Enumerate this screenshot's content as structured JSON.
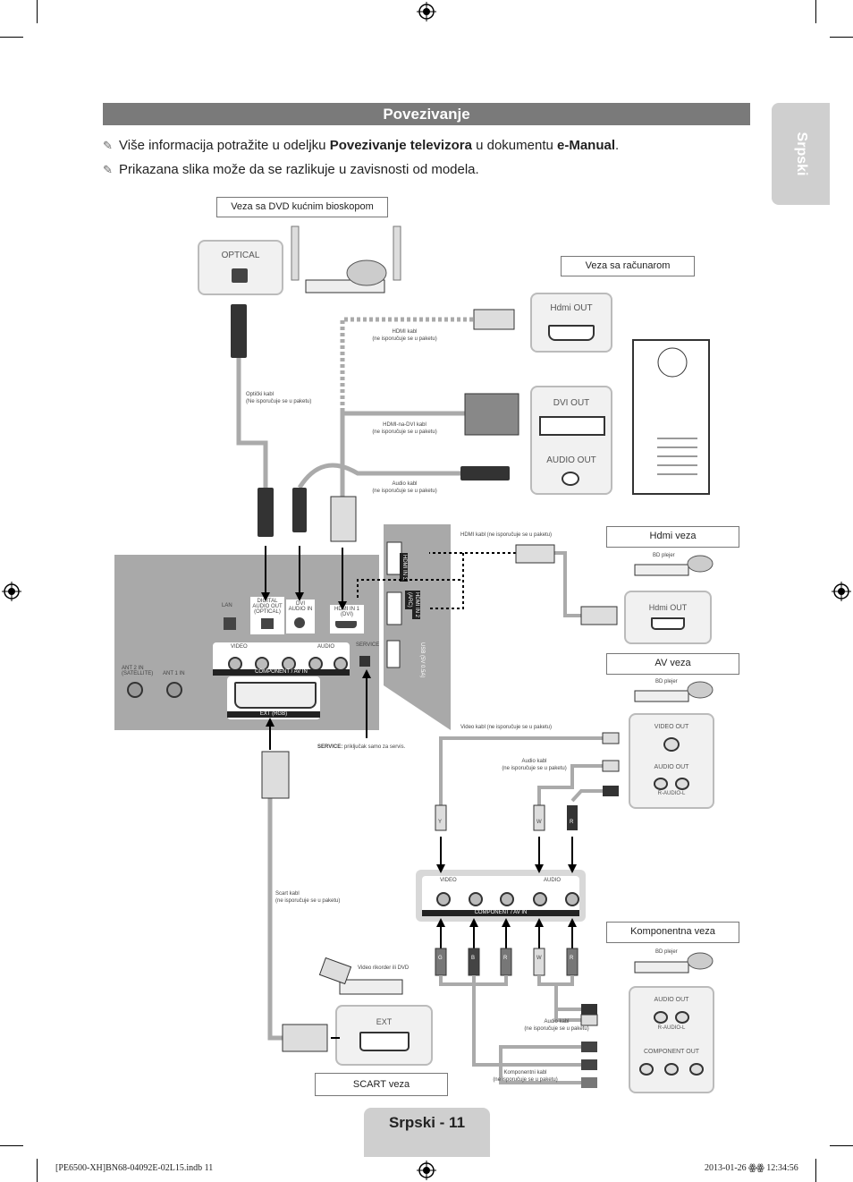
{
  "header": {
    "title": "Povezivanje",
    "side_tab": "Srpski"
  },
  "notes": [
    {
      "pre": "Više informacija potražite u odeljku ",
      "bold1": "Povezivanje televizora",
      "mid": " u dokumentu ",
      "bold2": "e-Manual",
      "post": "."
    },
    {
      "text": "Prikazana slika može da se razlikuje u zavisnosti od modela."
    }
  ],
  "boxes": {
    "dvd_home": "Veza sa DVD kućnim bioskopom",
    "pc": "Veza sa računarom",
    "hdmi": "Hdmi veza",
    "av": "AV veza",
    "component": "Komponentna veza",
    "scart": "SCART veza"
  },
  "ports": {
    "optical": "OPTICAL",
    "hdmi_out": "Hdmi OUT",
    "dvi_out": "DVI OUT",
    "audio_out": "AUDIO OUT",
    "hdmi_out_bd": "Hdmi OUT",
    "video_out": "VIDEO OUT",
    "audio_out_small": "AUDIO OUT",
    "r_audio_l": "R-AUDIO-L",
    "component_out": "COMPONENT OUT",
    "ext": "EXT"
  },
  "cables": {
    "hdmi_kabl": [
      "HDMI kabl",
      "(ne isporučuje se u paketu)"
    ],
    "opticki": [
      "Optički kabl",
      "(Ne isporučuje se u paketu)"
    ],
    "hdmi_dvi": [
      "HDMI-na-DVI kabl",
      "(ne isporučuje se u paketu)"
    ],
    "audio_kabl": [
      "Audio kabl",
      "(ne isporučuje se u paketu)"
    ],
    "hdmi_kabl_side": "HDMI kabl (ne isporučuje se u paketu)",
    "video_kabl": "Video kabl (ne isporučuje se u paketu)",
    "audio_kabl2": [
      "Audio kabl",
      "(ne isporučuje se u paketu)"
    ],
    "scart_kabl": [
      "Scart kabl",
      "(ne isporučuje se u paketu)"
    ],
    "audio_kabl3": [
      "Audio kabl",
      "(ne isporučuje se u paketu)"
    ],
    "komponentni": [
      "Komponentni kabl",
      "(ne isporučuje se u paketu)"
    ]
  },
  "devices": {
    "bd1": "BD plejer",
    "bd2": "BD plejer",
    "bd3": "BD plejer",
    "vcr": "Video rikorder ili DVD"
  },
  "tv_panel": {
    "lan": "LAN",
    "digital_audio_out": [
      "DIGITAL",
      "AUDIO OUT",
      "(OPTICAL)"
    ],
    "dvi_audio_in": [
      "DVI",
      "AUDIO IN"
    ],
    "hdmi_in1": [
      "HDMI IN 1",
      "(DVI)"
    ],
    "video": "VIDEO",
    "audio": "AUDIO",
    "service": "SERVICE",
    "component_av_in": "COMPONENT / AV IN",
    "ext_rgb": "EXT (RGB)",
    "ant2": [
      "ANT 2 IN",
      "(SATELLITE)"
    ],
    "ant1": "ANT 1 IN",
    "hdmi_in3": "HDMI IN 3",
    "hdmi_in2": [
      "HDMI IN 2",
      "(ARC)"
    ],
    "usb": "USB (5V 0.5A)",
    "service_note_bold": "SERVICE:",
    "service_note": " priključak samo za servis."
  },
  "plug_letters": {
    "y": "Y",
    "w": "W",
    "r": "R",
    "g": "G",
    "b": "B"
  },
  "page": "Srpski - 11",
  "footer": {
    "left": "[PE6500-XH]BN68-04092E-02L15.indb   11",
    "right": "2013-01-26   ꙮꙮ 12:34:56"
  }
}
